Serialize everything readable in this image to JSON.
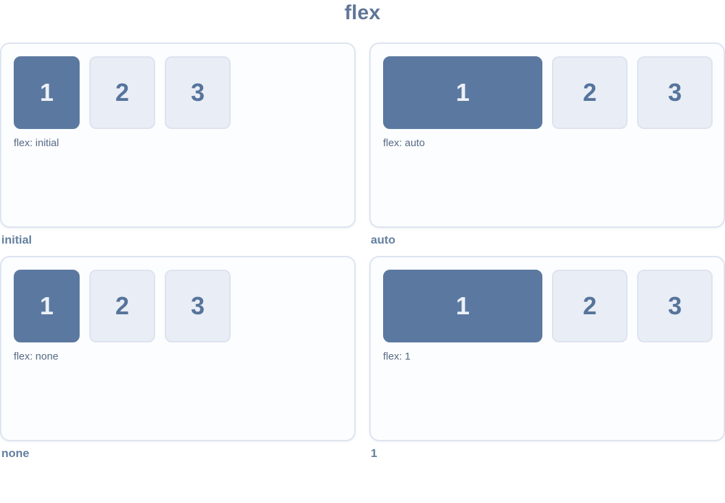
{
  "page": {
    "title": "flex"
  },
  "colors": {
    "title_color": "#5f7698",
    "card_bg": "#fcfdfe",
    "card_border": "#dde4f0",
    "box_bg": "#e9edf5",
    "box_border": "#dde3ef",
    "box_text": "#56749c",
    "box_active_bg": "#5b79a0",
    "box_active_text": "#edf1f7",
    "code_label_color": "#556784",
    "outer_label_color": "#64809f"
  },
  "panels": [
    {
      "outer_label": "initial",
      "code_label": "flex: initial",
      "first_item_grows": false,
      "boxes": [
        "1",
        "2",
        "3"
      ]
    },
    {
      "outer_label": "auto",
      "code_label": "flex: auto",
      "first_item_grows": true,
      "boxes": [
        "1",
        "2",
        "3"
      ]
    },
    {
      "outer_label": "none",
      "code_label": "flex: none",
      "first_item_grows": false,
      "boxes": [
        "1",
        "2",
        "3"
      ]
    },
    {
      "outer_label": "1",
      "code_label": "flex: 1",
      "first_item_grows": true,
      "boxes": [
        "1",
        "2",
        "3"
      ]
    }
  ]
}
